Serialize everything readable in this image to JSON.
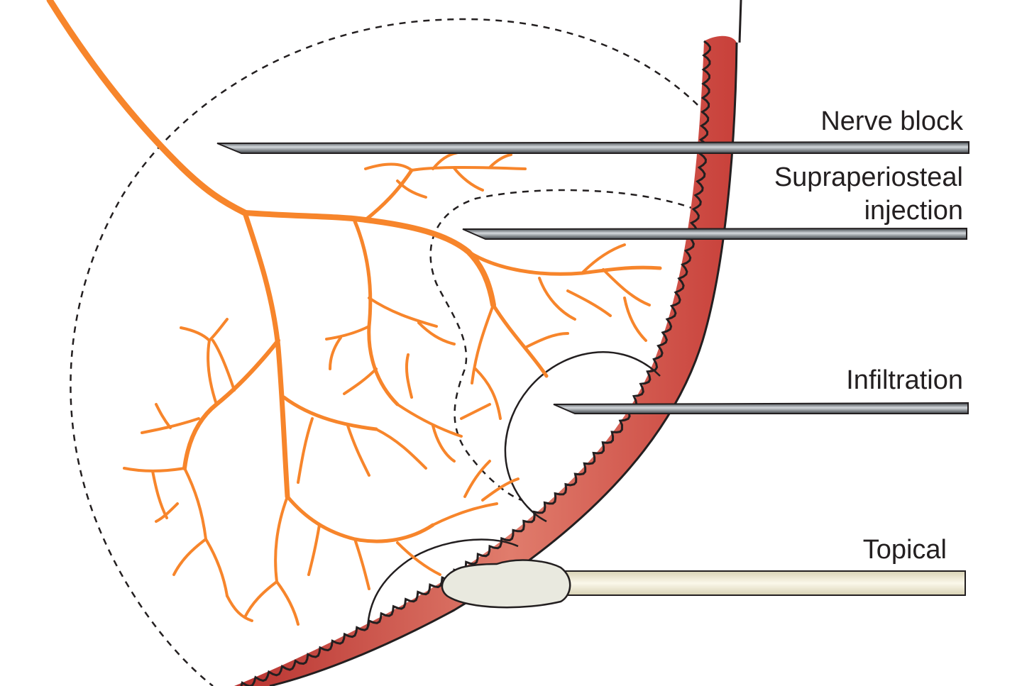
{
  "diagram": {
    "labels": {
      "nerve_block": "Nerve block",
      "supraperiosteal_line1": "Supraperiosteal",
      "supraperiosteal_line2": "injection",
      "infiltration": "Infiltration",
      "topical": "Topical"
    },
    "colors": {
      "nerve": "#f7852b",
      "bone": "#c8403a",
      "bone_highlight": "#e58272",
      "needle": "#4c5156",
      "needle_shine": "#c9ced2",
      "swab_stick": "#f1ecd6",
      "swab_cotton": "#e8e8de",
      "outline": "#231f20"
    },
    "icons": {
      "nerve": "nerve-branch-icon",
      "needle": "needle-icon",
      "swab": "cotton-swab-icon"
    }
  }
}
